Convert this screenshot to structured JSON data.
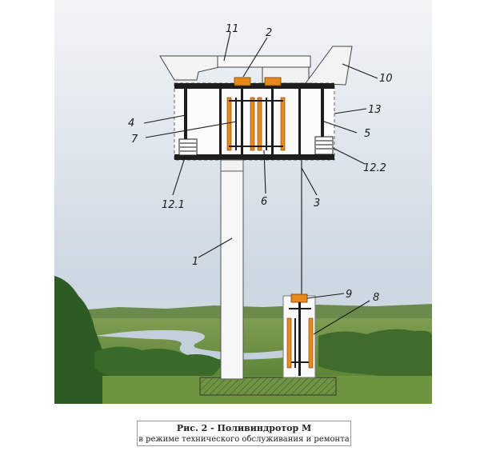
{
  "caption": {
    "title": "Рис. 2 - Поливиндротор М",
    "subtitle": "в режиме технического обслуживания и ремонта"
  },
  "labels": {
    "n1": "1",
    "n2": "2",
    "n3": "3",
    "n4": "4",
    "n5": "5",
    "n6": "6",
    "n7": "7",
    "n8": "8",
    "n9": "9",
    "n10": "10",
    "n11": "11",
    "n12_1": "12.1",
    "n12_2": "12.2",
    "n13": "13"
  },
  "colors": {
    "orange": "#e8891c",
    "frame": "#1d1d1d",
    "sky_top": "#cfd8e2",
    "sky_bottom": "#eef2f6",
    "grass": "#5f8a3a",
    "forest": "#2f5a24",
    "water": "#b9c8d6"
  }
}
